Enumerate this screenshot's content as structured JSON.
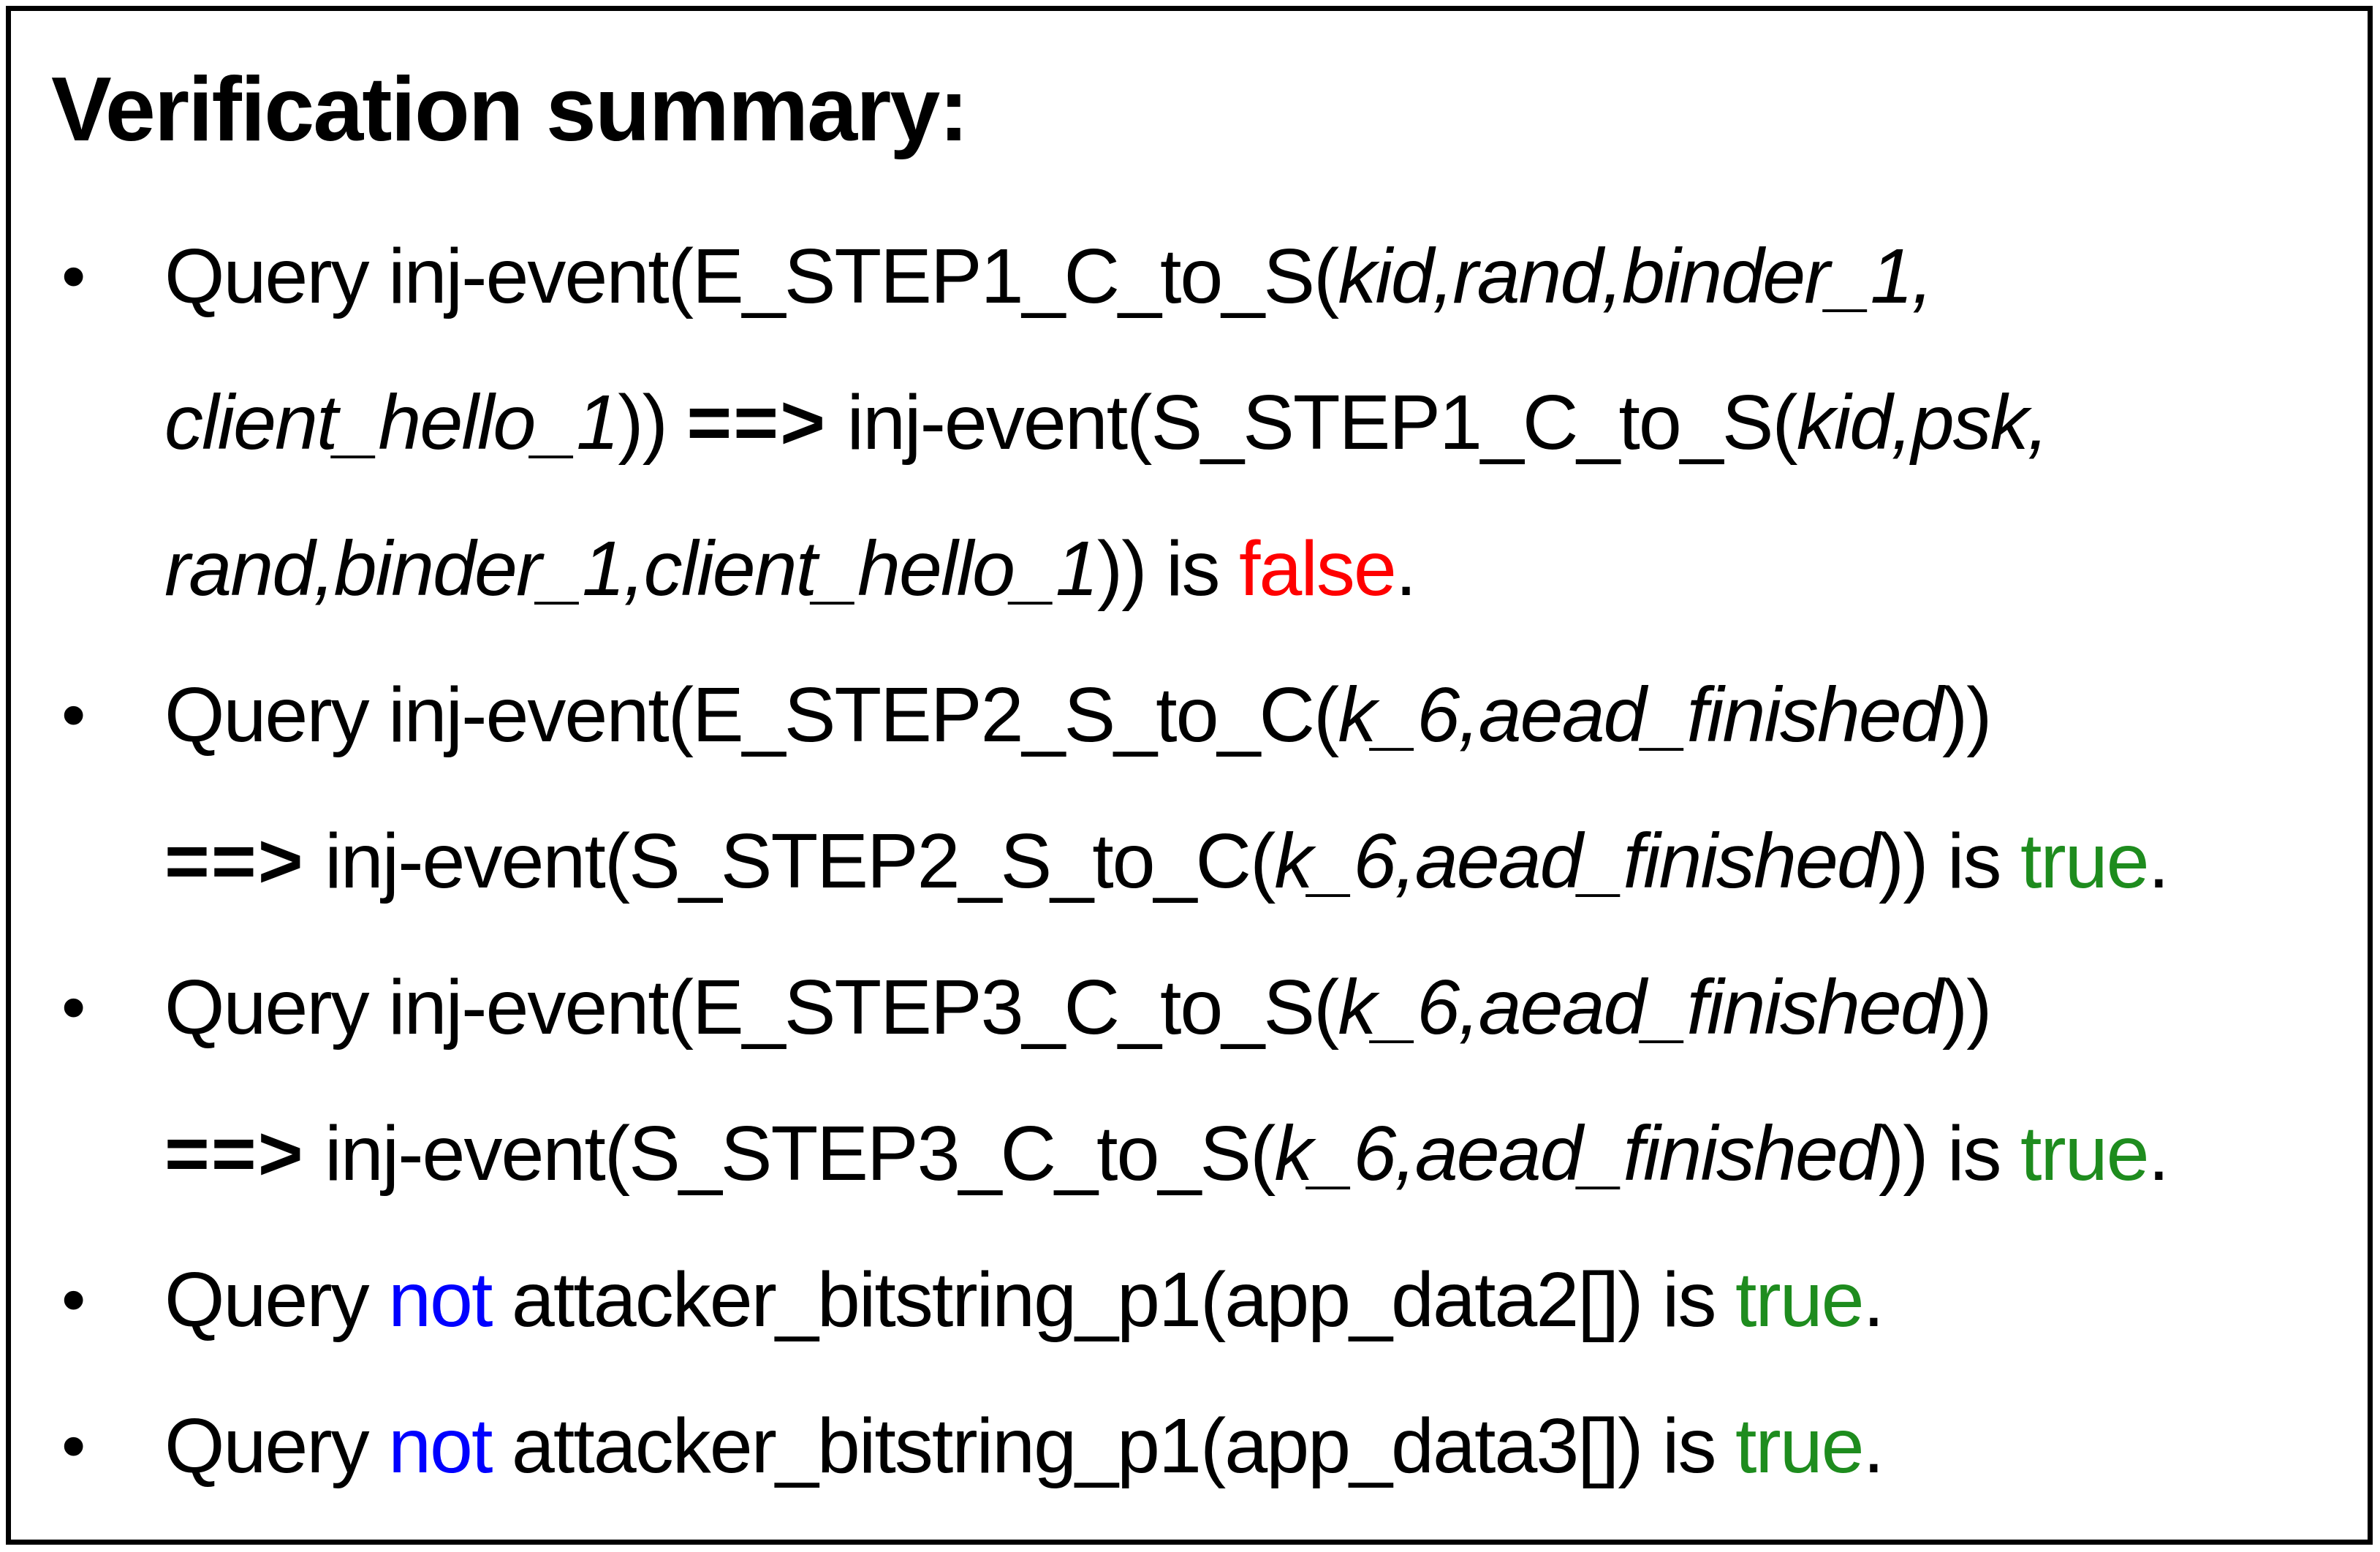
{
  "title": "Verification summary:",
  "bullet_glyph": "•",
  "colors": {
    "text_black": "#000000",
    "border_black": "#000000",
    "false_red": "#ff0000",
    "true_green": "#1e8c1e",
    "not_blue": "#0000ff"
  },
  "bullets": [
    {
      "lines": [
        {
          "segments": [
            {
              "t": "Query inj-event(E_STEP1_C_to_S(",
              "s": ""
            },
            {
              "t": "kid,rand,binder_1,",
              "s": "i"
            }
          ]
        },
        {
          "segments": [
            {
              "t": "client_hello_1",
              "s": "i"
            },
            {
              "t": ")) ",
              "s": ""
            },
            {
              "t": "==>",
              "s": "b"
            },
            {
              "t": " inj-event(S_STEP1_C_to_S(",
              "s": ""
            },
            {
              "t": "kid,psk,",
              "s": "i"
            }
          ]
        },
        {
          "segments": [
            {
              "t": "rand,binder_1,client_hello_1",
              "s": "i"
            },
            {
              "t": ")) is ",
              "s": ""
            },
            {
              "t": "false",
              "s": "red"
            },
            {
              "t": ".",
              "s": ""
            }
          ]
        }
      ]
    },
    {
      "lines": [
        {
          "segments": [
            {
              "t": "Query inj-event(E_STEP2_S_to_C(",
              "s": ""
            },
            {
              "t": "k_6,aead_finished",
              "s": "i"
            },
            {
              "t": "))",
              "s": ""
            }
          ]
        },
        {
          "segments": [
            {
              "t": "==>",
              "s": "b"
            },
            {
              "t": " inj-event(S_STEP2_S_to_C(",
              "s": ""
            },
            {
              "t": "k_6,aead_finished",
              "s": "i"
            },
            {
              "t": ")) is ",
              "s": ""
            },
            {
              "t": "true",
              "s": "green"
            },
            {
              "t": ".",
              "s": ""
            }
          ]
        }
      ]
    },
    {
      "lines": [
        {
          "segments": [
            {
              "t": "Query inj-event(E_STEP3_C_to_S(",
              "s": ""
            },
            {
              "t": "k_6,aead_finished",
              "s": "i"
            },
            {
              "t": "))",
              "s": ""
            }
          ]
        },
        {
          "segments": [
            {
              "t": "==>",
              "s": "b"
            },
            {
              "t": " inj-event(S_STEP3_C_to_S(",
              "s": ""
            },
            {
              "t": "k_6,aead_finished",
              "s": "i"
            },
            {
              "t": ")) is ",
              "s": ""
            },
            {
              "t": "true",
              "s": "green"
            },
            {
              "t": ".",
              "s": ""
            }
          ]
        }
      ]
    },
    {
      "lines": [
        {
          "segments": [
            {
              "t": "Query ",
              "s": ""
            },
            {
              "t": "not",
              "s": "blue"
            },
            {
              "t": " attacker_bitstring_p1(app_data2[]) is ",
              "s": ""
            },
            {
              "t": "true",
              "s": "green"
            },
            {
              "t": ".",
              "s": ""
            }
          ]
        }
      ]
    },
    {
      "lines": [
        {
          "segments": [
            {
              "t": "Query ",
              "s": ""
            },
            {
              "t": "not",
              "s": "blue"
            },
            {
              "t": " attacker_bitstring_p1(app_data3[]) is ",
              "s": ""
            },
            {
              "t": "true",
              "s": "green"
            },
            {
              "t": ".",
              "s": ""
            }
          ]
        }
      ]
    }
  ]
}
